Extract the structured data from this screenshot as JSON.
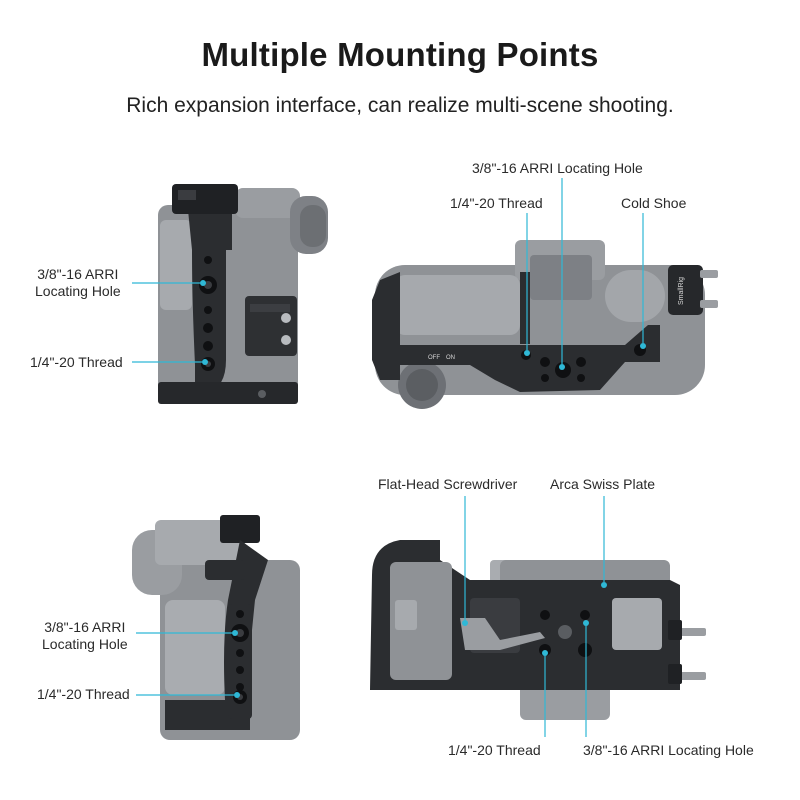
{
  "header": {
    "title": "Multiple Mounting Points",
    "subtitle": "Rich expansion interface, can realize multi-scene shooting."
  },
  "panels": {
    "top_left": {
      "label_arri_line1": "3/8\"-16 ARRI",
      "label_arri_line2": "Locating Hole",
      "label_thread": "1/4\"-20 Thread"
    },
    "top_right": {
      "label_arri": "3/8\"-16 ARRI Locating Hole",
      "label_thread": "1/4\"-20 Thread",
      "label_cold_shoe": "Cold Shoe",
      "switch_off": "OFF",
      "switch_on": "ON",
      "brand_text": "SmallRig"
    },
    "bottom_left": {
      "label_arri_line1": "3/8\"-16 ARRI",
      "label_arri_line2": "Locating Hole",
      "label_thread": "1/4\"-20 Thread"
    },
    "bottom_right": {
      "label_screwdriver": "Flat-Head Screwdriver",
      "label_arca": "Arca Swiss Plate",
      "label_thread": "1/4\"-20 Thread",
      "label_arri": "3/8\"-16 ARRI Locating Hole"
    }
  },
  "colors": {
    "callout": "#2fb8d6",
    "cage": "#2b2d30",
    "camera": "#8f9296",
    "camera_light": "#a9acb0"
  }
}
